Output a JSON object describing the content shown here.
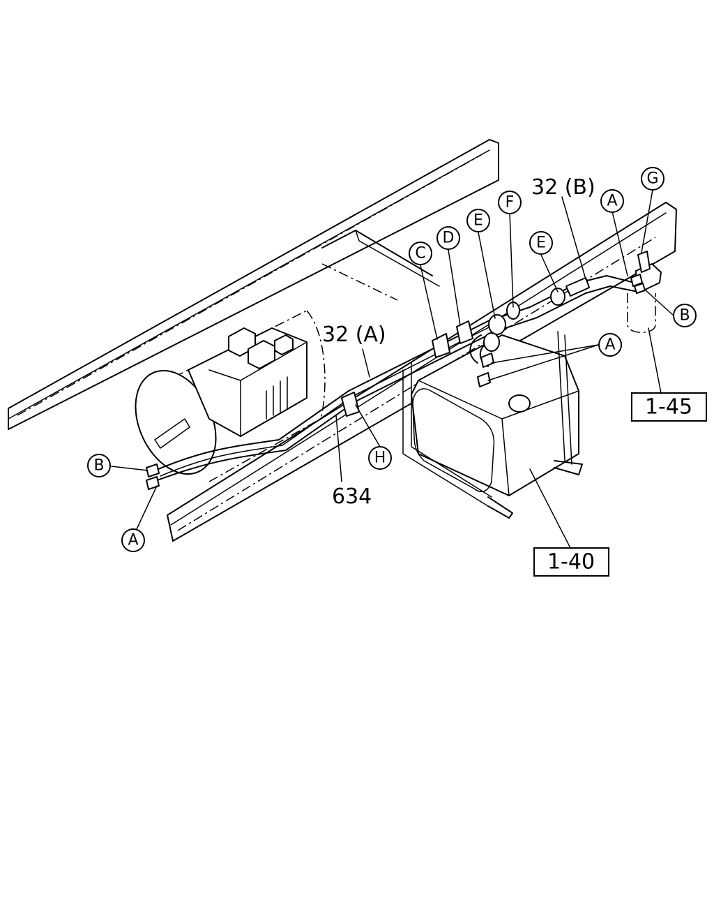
{
  "callouts": {
    "g": "G",
    "a_top": "A",
    "f": "F",
    "d": "D",
    "e_left": "E",
    "e_right": "E",
    "c": "C",
    "b_right": "B",
    "a_tank": "A",
    "h": "H",
    "b_left": "B",
    "a_left": "A"
  },
  "part_numbers": {
    "pipe_32b": "32 (B)",
    "pipe_32a": "32 (A)",
    "hose_634": "634"
  },
  "references": {
    "filter": "1-45",
    "tank": "1-40"
  }
}
